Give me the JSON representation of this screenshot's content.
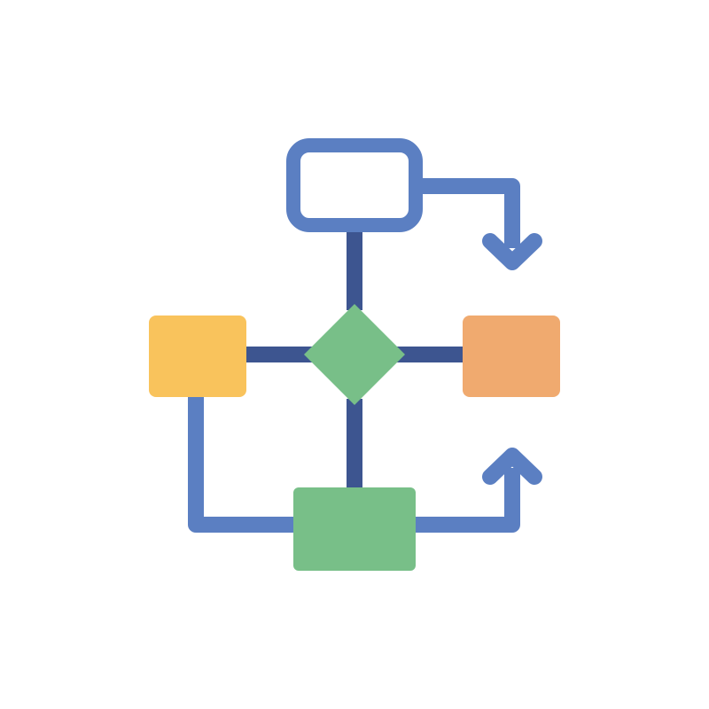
{
  "diagram": {
    "icon": "flowchart-icon",
    "colors": {
      "background": "#ffffff",
      "connector_dark": "#3d5590",
      "connector_light": "#5b7fc2",
      "outline_box": "#5b7fc2",
      "outline_fill": "#ffffff",
      "decision_diamond": "#78bf88",
      "left_box": "#f9c35c",
      "right_box": "#f0aa6f",
      "bottom_box": "#78bf88"
    },
    "nodes": [
      {
        "id": "start",
        "shape": "rounded-rect-outline",
        "color_key": "outline_box"
      },
      {
        "id": "decision",
        "shape": "diamond",
        "color_key": "decision_diamond"
      },
      {
        "id": "left-process",
        "shape": "rounded-rect",
        "color_key": "left_box"
      },
      {
        "id": "right-process",
        "shape": "rounded-rect",
        "color_key": "right_box"
      },
      {
        "id": "end-process",
        "shape": "rect",
        "color_key": "bottom_box"
      }
    ],
    "arrows": [
      {
        "from": "start",
        "direction": "down"
      },
      {
        "from": "end-process",
        "direction": "up"
      }
    ]
  }
}
